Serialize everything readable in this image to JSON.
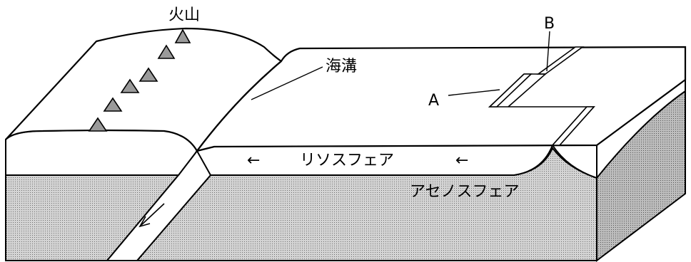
{
  "labels": {
    "volcano": "火山",
    "trench": "海溝",
    "lithosphere": "リソスフェア",
    "asthenosphere": "アセノスフェア",
    "point_a": "A",
    "point_b": "B"
  },
  "arrows": {
    "left_1": "←",
    "left_2": "←"
  },
  "colors": {
    "stipple": "#c8c8c8",
    "stipple_dot": "#7a7a7a",
    "volcano_fill": "#9a9a9a",
    "line": "#000000"
  }
}
